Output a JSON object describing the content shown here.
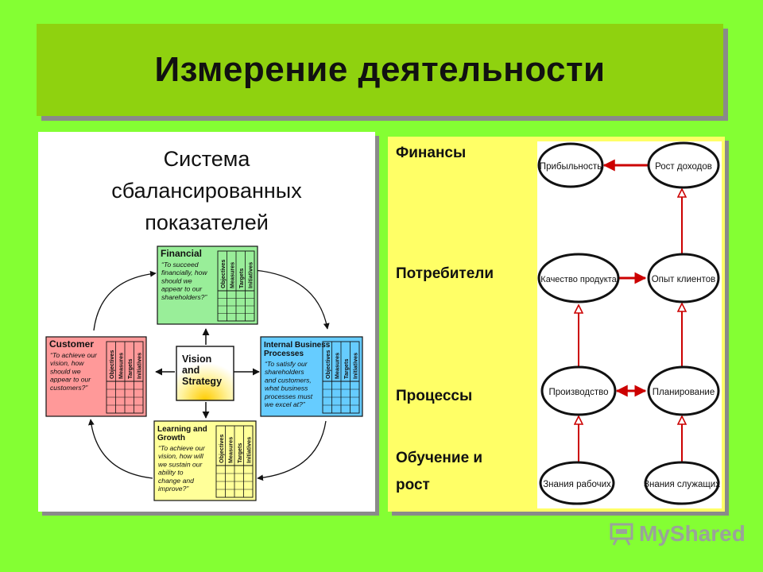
{
  "slide": {
    "title": "Измерение деятельности",
    "watermark": "MyShared"
  },
  "left": {
    "heading_lines": [
      "Система",
      "сбалансированных",
      "показателей"
    ],
    "center": {
      "lines": [
        "Vision",
        "and",
        "Strategy"
      ]
    },
    "columns": [
      "Objectives",
      "Measures",
      "Targets",
      "Initiatives"
    ],
    "boxes": {
      "financial": {
        "title": "Financial",
        "text": [
          "“To succeed",
          "financially, how",
          "should we",
          "appear to our",
          "shareholders?”"
        ],
        "color": "#99ee99"
      },
      "customer": {
        "title": "Customer",
        "text": [
          "“To achieve our",
          "vision, how",
          "should we",
          "appear to our",
          "customers?”"
        ],
        "color": "#ff9999"
      },
      "internal": {
        "title": [
          "Internal Business",
          "Processes"
        ],
        "text": [
          "“To satisfy our",
          "shareholders",
          "and customers,",
          "what business",
          "processes must",
          "we excel at?”"
        ],
        "color": "#66ccff"
      },
      "learning": {
        "title": [
          "Learning and",
          "Growth"
        ],
        "text": [
          "“To achieve our",
          "vision, how will",
          "we sustain our",
          "ability to",
          "change and",
          "improve?”"
        ],
        "color": "#ffff99"
      }
    }
  },
  "right": {
    "labels": {
      "finance": "Финансы",
      "consumers": "Потребители",
      "processes": "Процессы",
      "learning_1": "Обучение и",
      "learning_2": "рост"
    },
    "nodes": {
      "profitability": "Прибыльность",
      "revenue_growth": "Рост доходов",
      "product_quality": "Качество продукта",
      "customer_experience": "Опыт клиентов",
      "production": "Производство",
      "planning": "Планирование",
      "worker_knowledge": "Знания рабочих",
      "employee_knowledge": "Знания служащих"
    },
    "arrow_color": "#cc0000"
  }
}
